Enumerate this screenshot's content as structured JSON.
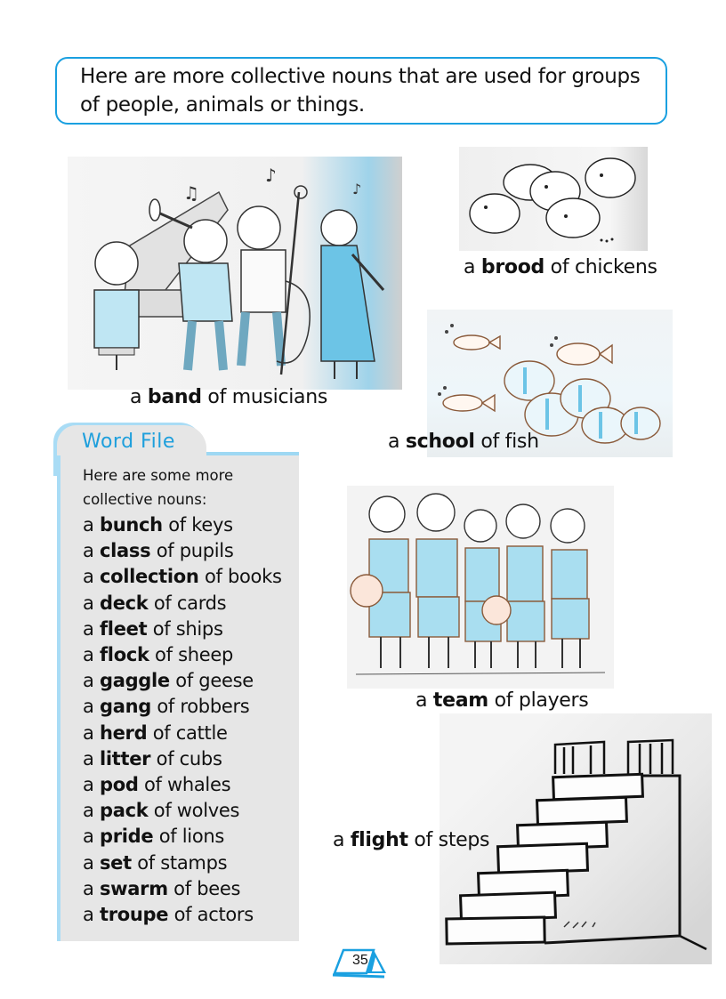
{
  "intro": {
    "text": "Here are more collective nouns that are used for groups of people, animals or things."
  },
  "illustrations": [
    {
      "name": "band-of-musicians",
      "article": "a",
      "noun": "band",
      "rest": "of musicians"
    },
    {
      "name": "brood-of-chickens",
      "article": "a",
      "noun": "brood",
      "rest": "of chickens"
    },
    {
      "name": "school-of-fish",
      "article": "a",
      "noun": "school",
      "rest": "of fish"
    },
    {
      "name": "team-of-players",
      "article": "a",
      "noun": "team",
      "rest": "of players"
    },
    {
      "name": "flight-of-steps",
      "article": "a",
      "noun": "flight",
      "rest": "of steps"
    }
  ],
  "word_file": {
    "title": "Word File",
    "intro_line1": "Here are some more",
    "intro_line2": "collective nouns:",
    "items": [
      {
        "article": "a",
        "noun": "bunch",
        "rest": "of keys"
      },
      {
        "article": "a",
        "noun": "class",
        "rest": "of pupils"
      },
      {
        "article": "a",
        "noun": "collection",
        "rest": "of books"
      },
      {
        "article": "a",
        "noun": "deck",
        "rest": "of cards"
      },
      {
        "article": "a",
        "noun": "fleet",
        "rest": "of ships"
      },
      {
        "article": "a",
        "noun": "flock",
        "rest": "of sheep"
      },
      {
        "article": "a",
        "noun": "gaggle",
        "rest": "of geese"
      },
      {
        "article": "a",
        "noun": "gang",
        "rest": "of robbers"
      },
      {
        "article": "a",
        "noun": "herd",
        "rest": "of cattle"
      },
      {
        "article": "a",
        "noun": "litter",
        "rest": "of cubs"
      },
      {
        "article": "a",
        "noun": "pod",
        "rest": "of whales"
      },
      {
        "article": "a",
        "noun": "pack",
        "rest": "of wolves"
      },
      {
        "article": "a",
        "noun": "pride",
        "rest": "of lions"
      },
      {
        "article": "a",
        "noun": "set",
        "rest": "of stamps"
      },
      {
        "article": "a",
        "noun": "swarm",
        "rest": "of bees"
      },
      {
        "article": "a",
        "noun": "troupe",
        "rest": "of actors"
      }
    ]
  },
  "page_number": "35",
  "colors": {
    "accent_blue": "#1aa0e0",
    "word_file_bg": "#e6e6e6",
    "word_file_border": "#a9dcf5"
  }
}
